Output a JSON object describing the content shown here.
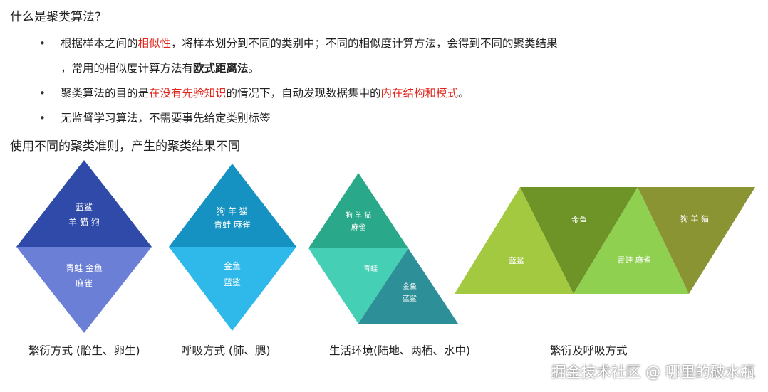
{
  "heading1": "什么是聚类算法?",
  "bullets": [
    {
      "line1_pre": "根据样本之间的",
      "line1_red": "相似性",
      "line1_post": "，将样本划分到不同的类别中；不同的相似度计算方法，会得到不同的聚类结果",
      "line2_pre": "，常用的相似度计算方法有",
      "line2_bold": "欧式距离法",
      "line2_post": "。"
    },
    {
      "pre": "聚类算法的目的是",
      "red1": "在没有先验知识",
      "mid": "的情况下，自动发现数据集中的",
      "red2": "内在结构和模式",
      "post": "。"
    },
    {
      "text": "无监督学习算法，不需要事先给定类别标签"
    }
  ],
  "heading2": "使用不同的聚类准则，产生的聚类结果不同",
  "diagram1": {
    "top_line1": "蓝鲨",
    "top_line2": "羊 猫 狗",
    "bottom_line1": "青蛙 金鱼",
    "bottom_line2": "麻雀",
    "caption": "繁衍方式 (胎生、卵生)",
    "colors": {
      "top": "#2f4aa8",
      "bottom": "#6b7fd6"
    }
  },
  "diagram2": {
    "top_line1": "狗  羊  猫",
    "top_line2": "青蛙 麻雀",
    "bottom_line1": "金鱼",
    "bottom_line2": "蓝鲨",
    "caption": "呼吸方式 (肺、腮)",
    "colors": {
      "top": "#1591c2",
      "bottom": "#2fb8ea"
    }
  },
  "diagram3": {
    "top_line1": "狗 羊 猫",
    "top_line2": "麻雀",
    "middle": "青蛙",
    "bottom_line1": "金鱼",
    "bottom_line2": "蓝鲨",
    "caption": "生活环境(陆地、两栖、水中)",
    "colors": {
      "top": "#2aa88a",
      "middle": "#45cfb4",
      "bottom": "#2d8f97"
    }
  },
  "diagram4": {
    "label_a": "蓝鲨",
    "label_b": "金鱼",
    "label_c": "青蛙 麻雀",
    "label_d": "狗 羊 猫",
    "caption": "繁衍及呼吸方式",
    "colors": {
      "a": "#a3c940",
      "b": "#6e9428",
      "c": "#8fd050",
      "d": "#8a9432"
    }
  },
  "watermark": "掘金技术社区 @ 哪里的破水瓶"
}
